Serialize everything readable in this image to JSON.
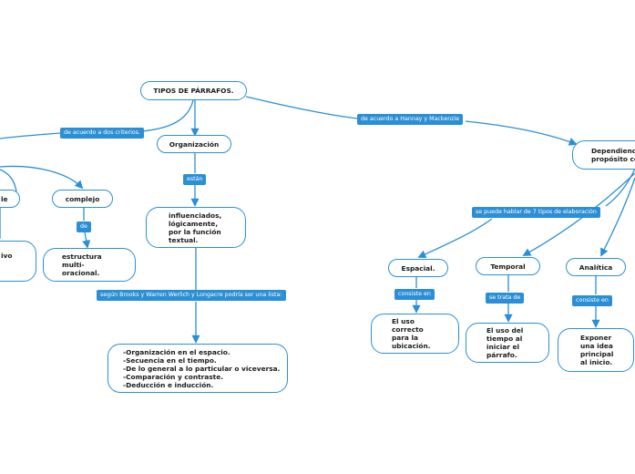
{
  "nodes": {
    "root": "TIPOS DE PÁRRAFOS.",
    "organizacion": "Organización",
    "influenciados": "influenciados,\nlógicamente,\npor la función\ntextual.",
    "lista": "-Organización en el espacio.\n-Secuencia en el tiempo.\n-De lo general a lo particular o viceversa.\n-Comparación y contraste.\n-Deducción e inducción.",
    "complejo": "complejo",
    "estructura": "estructura\nmulti-\noracional.",
    "left_partial_top": "le",
    "left_partial_bottom": "ivo",
    "dependiendo": "Dependiendo\npropósito co",
    "espacial": "Espacial.",
    "espacial_def": "El uso\ncorrecto\npara la\nubicación.",
    "temporal": "Temporal",
    "temporal_def": "El uso del\ntiempo al\niniciar el\npárrafo.",
    "analitica": "Analítica",
    "analitica_def": "Exponer\nuna idea\nprincipal\nal inicio."
  },
  "links": {
    "dos_criterios": "de acuerdo a dos criterios.",
    "hannay": "de acuerdo a Hannay y Mackenzie",
    "estan": "están",
    "de": "de",
    "segun": "según Brooks y Warren Werlich y Longacre podría ser una lista:",
    "siete_tipos": "se puede hablar de 7 tipos de elaboración",
    "consiste_en_1": "consiste en",
    "se_trata_de": "se trata de",
    "consiste_en_2": "consiste en"
  },
  "colors": {
    "accent": "#2b8fd6",
    "node_border": "#2b8fd6",
    "label_fill": "#2b8fd6",
    "label_text": "#ffffff",
    "node_text": "#1a1a1a"
  }
}
